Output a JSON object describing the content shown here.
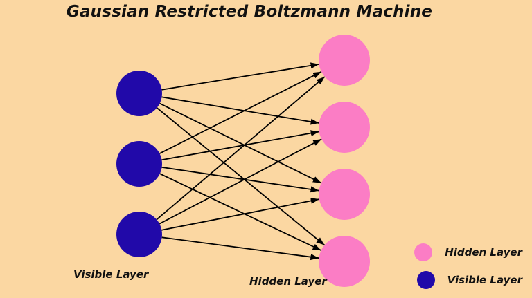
{
  "title": "Gaussian Restricted Boltzmann Machine",
  "colors": {
    "background": "#FBD7A2",
    "visible_node": "#2109A9",
    "hidden_node": "#FB7DC5",
    "edge": "#000000"
  },
  "diagram": {
    "type": "network",
    "visible_layer": {
      "label": "Visible Layer",
      "node_count": 3,
      "color": "#2109A9"
    },
    "hidden_layer": {
      "label": "Hidden Layer",
      "node_count": 4,
      "color": "#FB7DC5"
    },
    "connections": "fully-connected",
    "edge_count": 12
  },
  "legend": {
    "items": [
      {
        "label": "Hidden Layer",
        "color": "#FB7DC5"
      },
      {
        "label": "Visible Layer",
        "color": "#2109A9"
      }
    ]
  }
}
